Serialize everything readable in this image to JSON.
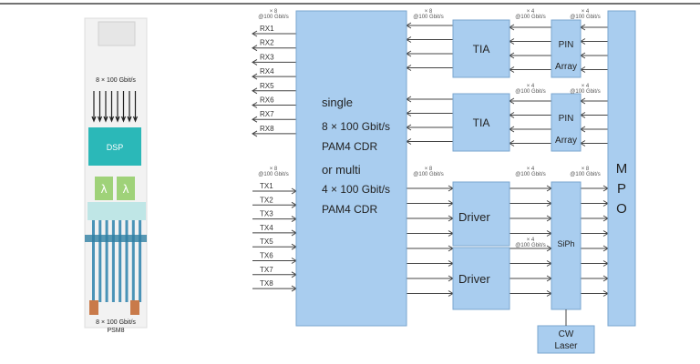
{
  "module": {
    "top_rate": "8 × 100 Gbit/s",
    "dsp_label": "DSP",
    "lambda_labels": [
      "λ",
      "λ"
    ],
    "bottom_rate": "8 × 100 Gbit/s",
    "bottom_name": "PSM8"
  },
  "diagram": {
    "rx_ports": [
      "RX1",
      "RX2",
      "RX3",
      "RX4",
      "RX5",
      "RX6",
      "RX7",
      "RX8"
    ],
    "tx_ports": [
      "TX1",
      "TX2",
      "TX3",
      "TX4",
      "TX5",
      "TX6",
      "TX7",
      "TX8"
    ],
    "dsp_lines": [
      "single",
      "8 × 100 Gbit/s",
      "PAM4 CDR",
      "or multi",
      "4 × 100 Gbit/s",
      "PAM4 CDR"
    ],
    "tia_label": "TIA",
    "pin_label": [
      "PIN",
      "Array"
    ],
    "driver_label": "Driver",
    "siph_label": "SiPh",
    "cw_laser_label": [
      "CW",
      "Laser"
    ],
    "mpo_label": [
      "M",
      "P",
      "O"
    ],
    "rate_x8": "× 8",
    "rate_x4": "× 4",
    "rate_100": "@100 Gbit/s"
  },
  "colors": {
    "block": "#a9cdef",
    "dsp_teal": "#2bb8b8",
    "lambda_green": "#9fd279",
    "fiber_blue": "#4a93b7",
    "connector": "#c97a4a"
  }
}
